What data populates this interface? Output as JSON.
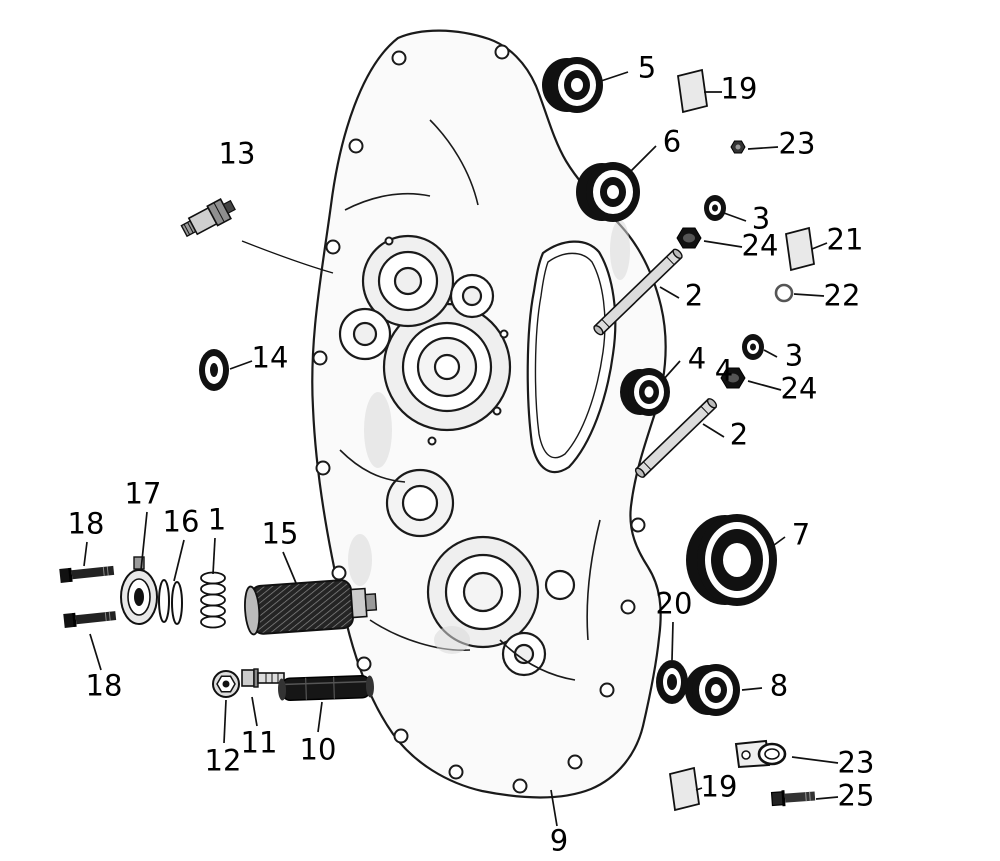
{
  "colors": {
    "background": "#ffffff",
    "line": "#1a1a1a"
  },
  "callouts": {
    "c1": {
      "text": "1"
    },
    "c2a": {
      "text": "2"
    },
    "c2b": {
      "text": "2"
    },
    "c3a": {
      "text": "3"
    },
    "c3b": {
      "text": "3"
    },
    "c4a": {
      "text": "4"
    },
    "c4b": {
      "text": "4"
    },
    "c5": {
      "text": "5"
    },
    "c6": {
      "text": "6"
    },
    "c7": {
      "text": "7"
    },
    "c8": {
      "text": "8"
    },
    "c9": {
      "text": "9"
    },
    "c10": {
      "text": "10"
    },
    "c11": {
      "text": "11"
    },
    "c12": {
      "text": "12"
    },
    "c13": {
      "text": "13"
    },
    "c14": {
      "text": "14"
    },
    "c15": {
      "text": "15"
    },
    "c16": {
      "text": "16"
    },
    "c17": {
      "text": "17"
    },
    "c18a": {
      "text": "18"
    },
    "c18b": {
      "text": "18"
    },
    "c19a": {
      "text": "19"
    },
    "c19b": {
      "text": "19"
    },
    "c20": {
      "text": "20"
    },
    "c21": {
      "text": "21"
    },
    "c22": {
      "text": "22"
    },
    "c23a": {
      "text": "23"
    },
    "c23b": {
      "text": "23"
    },
    "c24a": {
      "text": "24"
    },
    "c24b": {
      "text": "24"
    },
    "c25": {
      "text": "25"
    }
  }
}
